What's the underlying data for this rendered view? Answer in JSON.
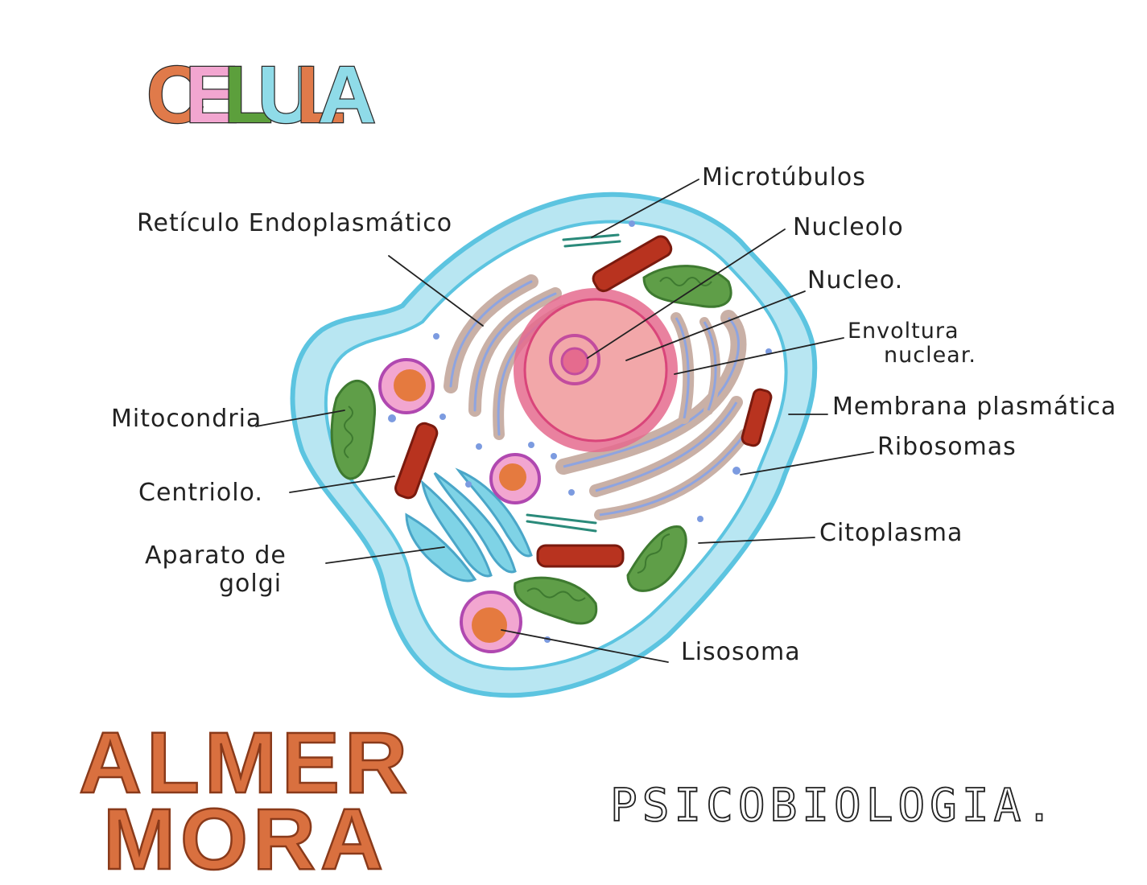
{
  "title": {
    "text": "CELULA",
    "letters": [
      "C",
      "E",
      "L",
      "U",
      "L",
      "A"
    ],
    "letter_colors": [
      "#e07a4a",
      "#f2a6d0",
      "#5c9f3c",
      "#8fdbe8",
      "#e07a4a",
      "#8fdbe8"
    ]
  },
  "labels": {
    "microtubulos": "Microtúbulos",
    "reticulo": "Retículo Endoplasmático",
    "nucleolo": "Nucleolo",
    "nucleo": "Nucleo.",
    "envoltura_1": "Envoltura",
    "envoltura_2": "nuclear.",
    "mitocondria": "Mitocondria",
    "membrana": "Membrana plasmática",
    "ribosomas": "Ribosomas",
    "centriolo": "Centriolo.",
    "golgi_1": "Aparato de",
    "golgi_2": "golgi",
    "citoplasma": "Citoplasma",
    "lisosoma": "Lisosoma"
  },
  "author": {
    "line1": "ALMER",
    "line2": "MORA"
  },
  "subject": "PSICOBIOLOGIA.",
  "colors": {
    "membrane": "#5cc4e0",
    "membrane_fill": "#b8e6f2",
    "cytoplasm": "#ffffff",
    "nucleus_envelope": "#e56b8e",
    "nucleus_fill": "#f2a7a9",
    "nucleolus": "#c24c9e",
    "er_fill": "#c9b0a6",
    "er_outline": "#8ea4e0",
    "mitochondria": "#5f9e48",
    "centriole": "#b8331f",
    "golgi": "#7fd3e6",
    "lysosome_ring": "#b048b0",
    "lysosome_core": "#e57a3f",
    "ribosome": "#7c9be0",
    "microtubule": "#2a8a7a",
    "author": "#d9703f"
  }
}
